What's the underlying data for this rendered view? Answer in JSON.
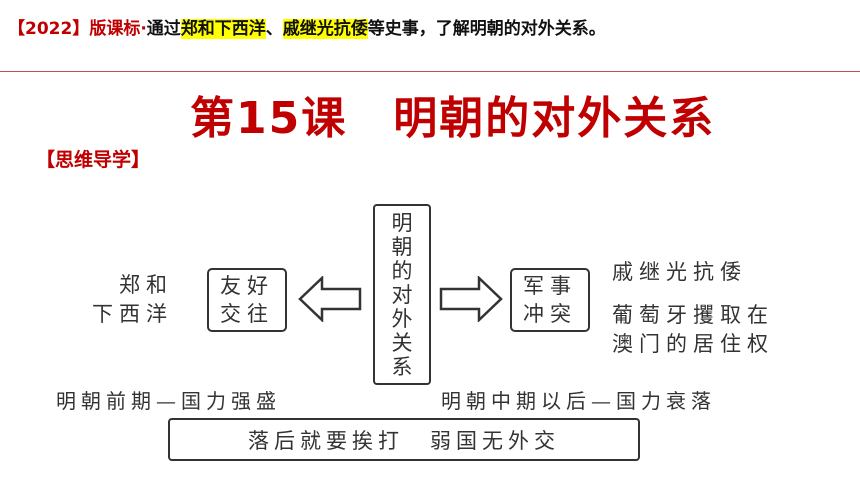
{
  "header": {
    "year_tag": "【2022】",
    "standard": "版课标·",
    "prefix": "通过",
    "event1": "郑和下西洋",
    "sep": "、",
    "event2": "戚继光抗倭",
    "suffix": "等史事，了解明朝的对外关系。"
  },
  "title": "第15课　明朝的对外关系",
  "section_label": "【思维导学】",
  "mindmap": {
    "center": [
      "明",
      "朝",
      "的",
      "对",
      "外",
      "关",
      "系"
    ],
    "left_box": [
      "友好",
      "交往"
    ],
    "left_example": [
      "郑和",
      "下西洋"
    ],
    "right_box": [
      "军事",
      "冲突"
    ],
    "right_example_1": "戚继光抗倭",
    "right_example_2": [
      "葡萄牙攫取在",
      "澳门的居住权"
    ]
  },
  "periods": {
    "early": "明朝前期—国力强盛",
    "late": "明朝中期以后—国力衰落"
  },
  "summary": "落后就要挨打　弱国无外交",
  "colors": {
    "accent": "#c00000",
    "highlight": "#ffff00",
    "divider": "#c0504d"
  }
}
